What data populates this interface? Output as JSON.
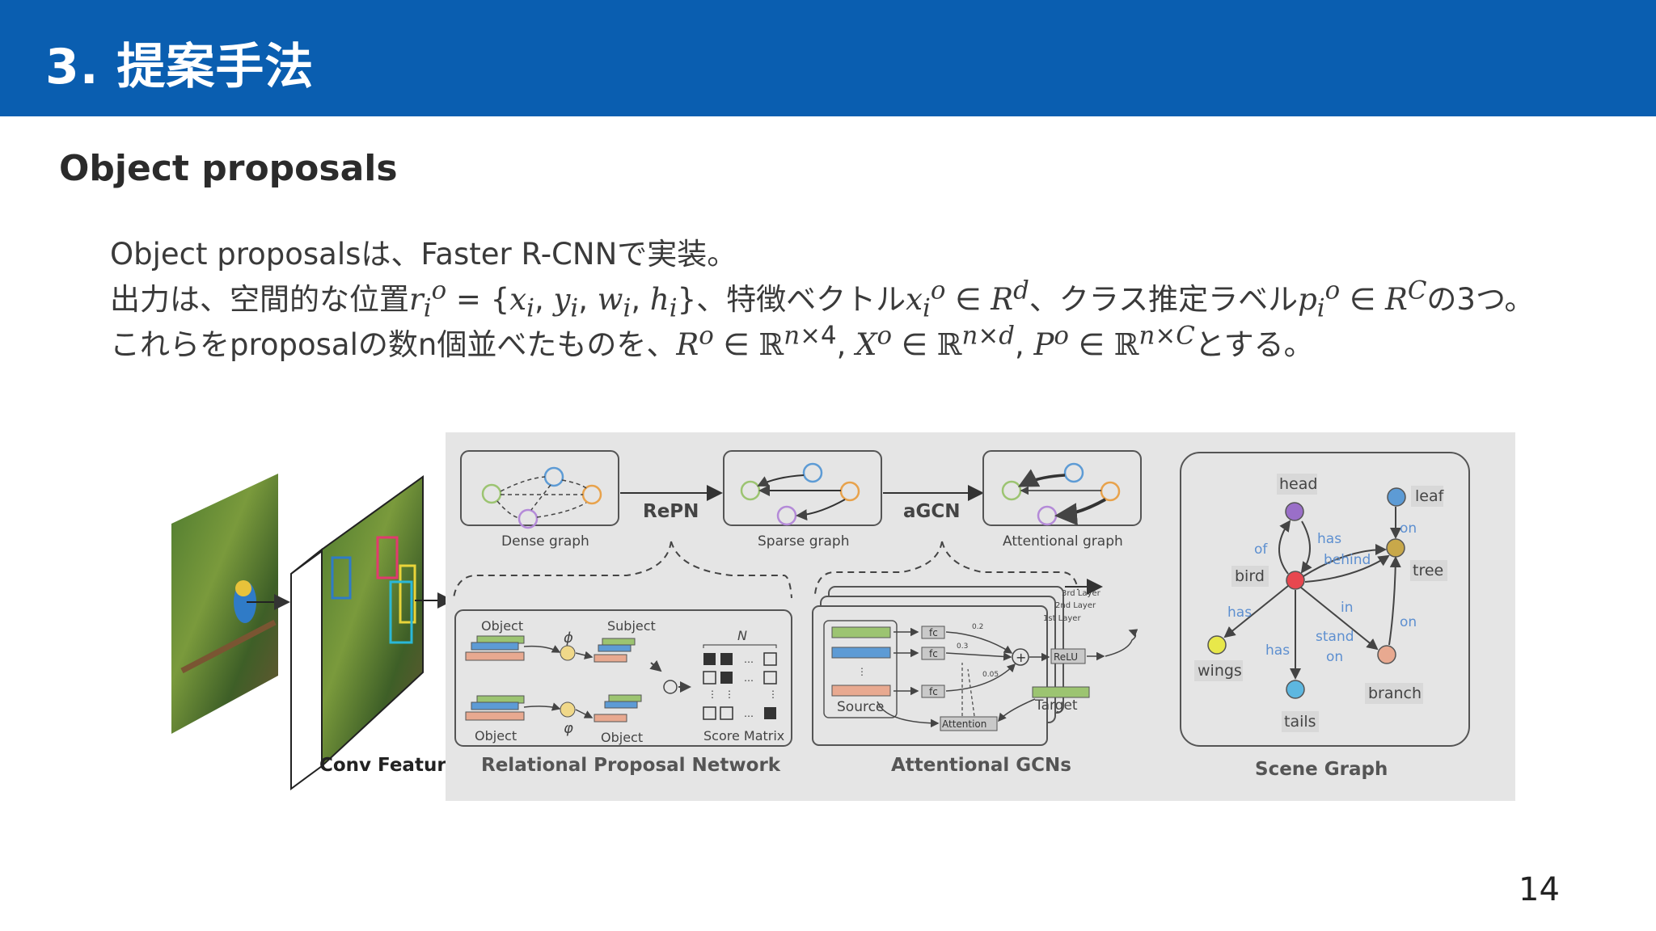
{
  "slide": {
    "title": "3. 提案手法",
    "subtitle": "Object proposals",
    "lines": {
      "l1": "Object proposalsは、Faster R-CNNで実装。",
      "l2_a": "出力は、空間的な位置",
      "l2_b": "、特徴ベクトル",
      "l2_c": "、クラス推定ラベル",
      "l2_d": "の3つ。",
      "l3_a": "これらをproposalの数n個並べたものを、",
      "l3_b": "とする。"
    },
    "page_number": "14"
  },
  "figure": {
    "conv_feature_label": "Conv Feature",
    "repn_label": "RePN",
    "agcn_label": "aGCN",
    "dense_graph": "Dense graph",
    "sparse_graph": "Sparse graph",
    "attentional_graph": "Attentional graph",
    "rpn_caption": "Relational Proposal Network",
    "gcn_caption": "Attentional GCNs",
    "sg_caption": "Scene Graph",
    "rpn": {
      "object_top": "Object",
      "subject": "Subject",
      "phi": "ϕ",
      "varphi": "φ",
      "object_bl": "Object",
      "object_bm": "Object",
      "n_label": "N",
      "score_matrix": "Score Matrix"
    },
    "gcn": {
      "layer3": "3rd Layer",
      "layer2": "2nd Layer",
      "layer1": "1st Layer",
      "fc": "fc",
      "relu": "ReLU",
      "source": "Source",
      "target": "Target",
      "attention": "Attention",
      "w02": "0.2",
      "w03": "0.3",
      "w005": "0.05"
    },
    "scene_graph": {
      "nodes": [
        "head",
        "leaf",
        "bird",
        "tree",
        "wings",
        "branch",
        "tails"
      ],
      "edges": [
        "of",
        "has",
        "behind",
        "on",
        "has",
        "in",
        "stand",
        "on",
        "has",
        "on"
      ]
    },
    "colors": {
      "header_bg": "#0a5eb0",
      "figure_bg": "#e5e5e5",
      "node_orange": "#e8a24b",
      "node_blue": "#5d9bd5",
      "node_purple": "#b48ad8",
      "node_green": "#9cc471"
    }
  }
}
